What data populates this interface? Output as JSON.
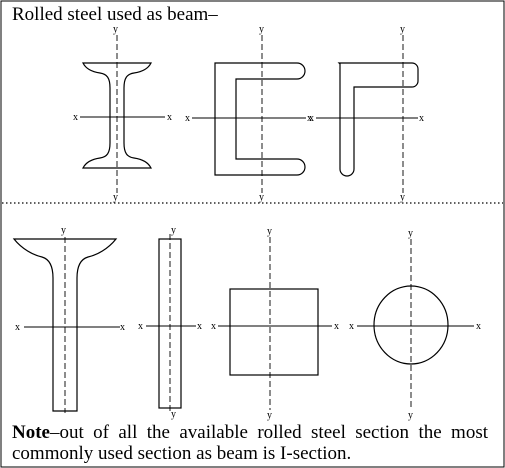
{
  "heading": "Rolled steel used as beam–",
  "note": {
    "bold": "Note",
    "text": "–out of all the available rolled steel section the most commonly used section as beam is I-section."
  },
  "axis_labels": {
    "x": "x",
    "y": "y"
  },
  "colors": {
    "stroke": "#000000",
    "background": "#ffffff"
  }
}
